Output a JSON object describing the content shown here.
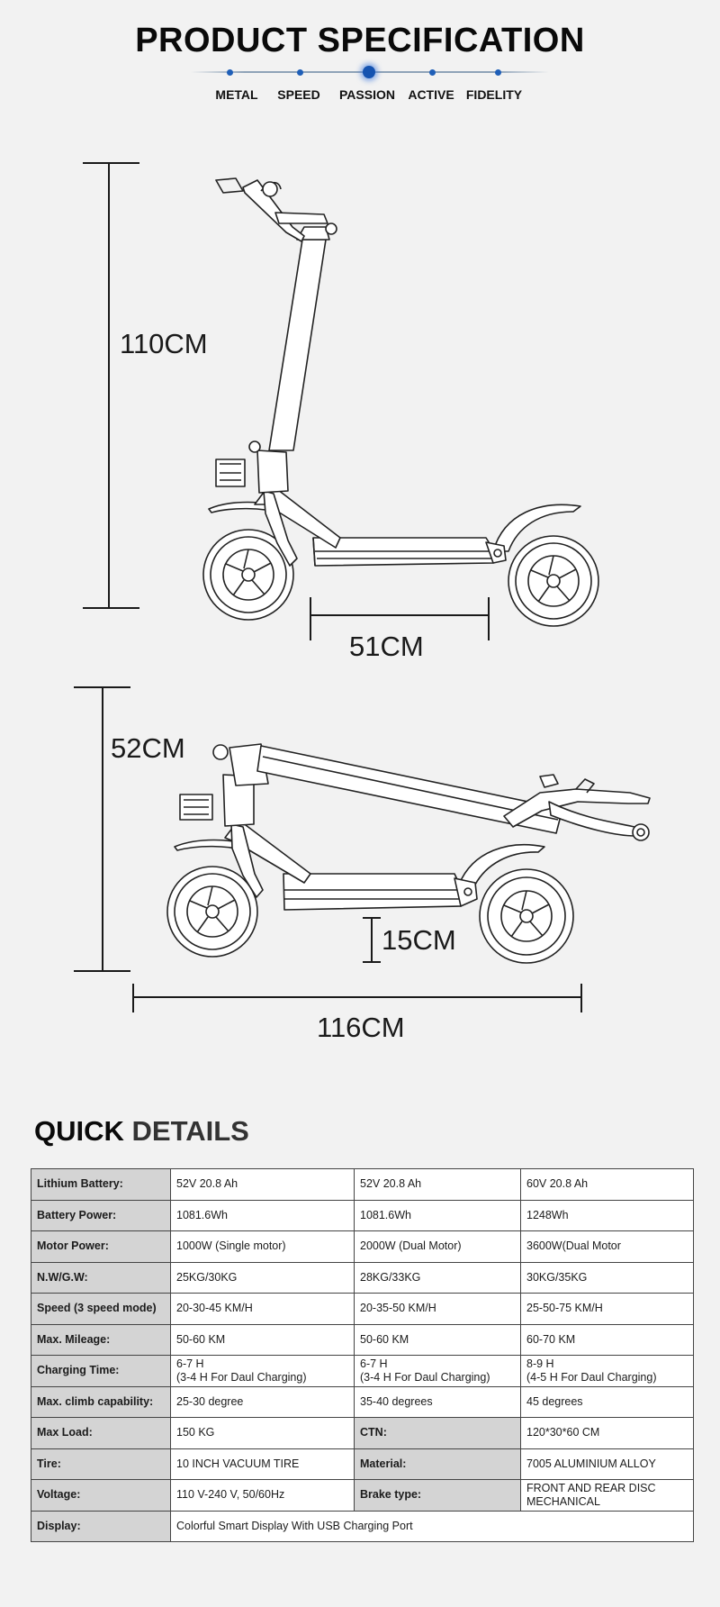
{
  "header": {
    "title": "PRODUCT SPECIFICATION",
    "nav": [
      "METAL",
      "SPEED",
      "PASSION",
      "ACTIVE",
      "FIDELITY"
    ]
  },
  "dimensions": {
    "height_unfolded": "110CM",
    "deck_length": "51CM",
    "height_folded": "52CM",
    "ground_clearance": "15CM",
    "length": "116CM"
  },
  "quick_details": {
    "title_bold": "QUICK",
    "title_rest": "DETAILS",
    "rows": [
      {
        "label": "Lithium Battery:",
        "c1": "52V  20.8 Ah",
        "c2": "52V  20.8 Ah",
        "c3": "60V 20.8 Ah"
      },
      {
        "label": "Battery Power:",
        "c1": "1081.6Wh",
        "c2": "1081.6Wh",
        "c3": "1248Wh"
      },
      {
        "label": "Motor Power:",
        "c1": "1000W (Single motor)",
        "c2": "2000W (Dual Motor)",
        "c3": "3600W(Dual Motor"
      },
      {
        "label": "N.W/G.W:",
        "c1": "25KG/30KG",
        "c2": "28KG/33KG",
        "c3": "30KG/35KG"
      },
      {
        "label": "Speed (3 speed mode)",
        "c1": "20-30-45 KM/H",
        "c2": "20-35-50 KM/H",
        "c3": "25-50-75 KM/H"
      },
      {
        "label": "Max. Mileage:",
        "c1": "50-60 KM",
        "c2": "50-60 KM",
        "c3": "60-70 KM"
      },
      {
        "label": "Charging Time:",
        "c1a": "6-7 H",
        "c1b": "(3-4 H For Daul Charging)",
        "c2a": "6-7 H",
        "c2b": "(3-4 H For Daul Charging)",
        "c3a": "8-9 H",
        "c3b": "(4-5 H For Daul Charging)"
      },
      {
        "label": "Max. climb capability:",
        "c1": "25-30 degree",
        "c2": "35-40 degrees",
        "c3": "45 degrees"
      }
    ],
    "max_load": {
      "label": "Max Load:",
      "value": "150 KG",
      "label2": "CTN:",
      "value2": "120*30*60 CM"
    },
    "tire": {
      "label": "Tire:",
      "value": "10 INCH VACUUM TIRE",
      "label2": "Material:",
      "value2": "7005 ALUMINIUM ALLOY"
    },
    "voltage": {
      "label": "Voltage:",
      "value": "110 V-240 V, 50/60Hz",
      "label2": "Brake type:",
      "value2a": "FRONT AND REAR DISC",
      "value2b": "MECHANICAL"
    },
    "display": {
      "label": "Display:",
      "value": "Colorful Smart Display With USB Charging Port"
    }
  }
}
